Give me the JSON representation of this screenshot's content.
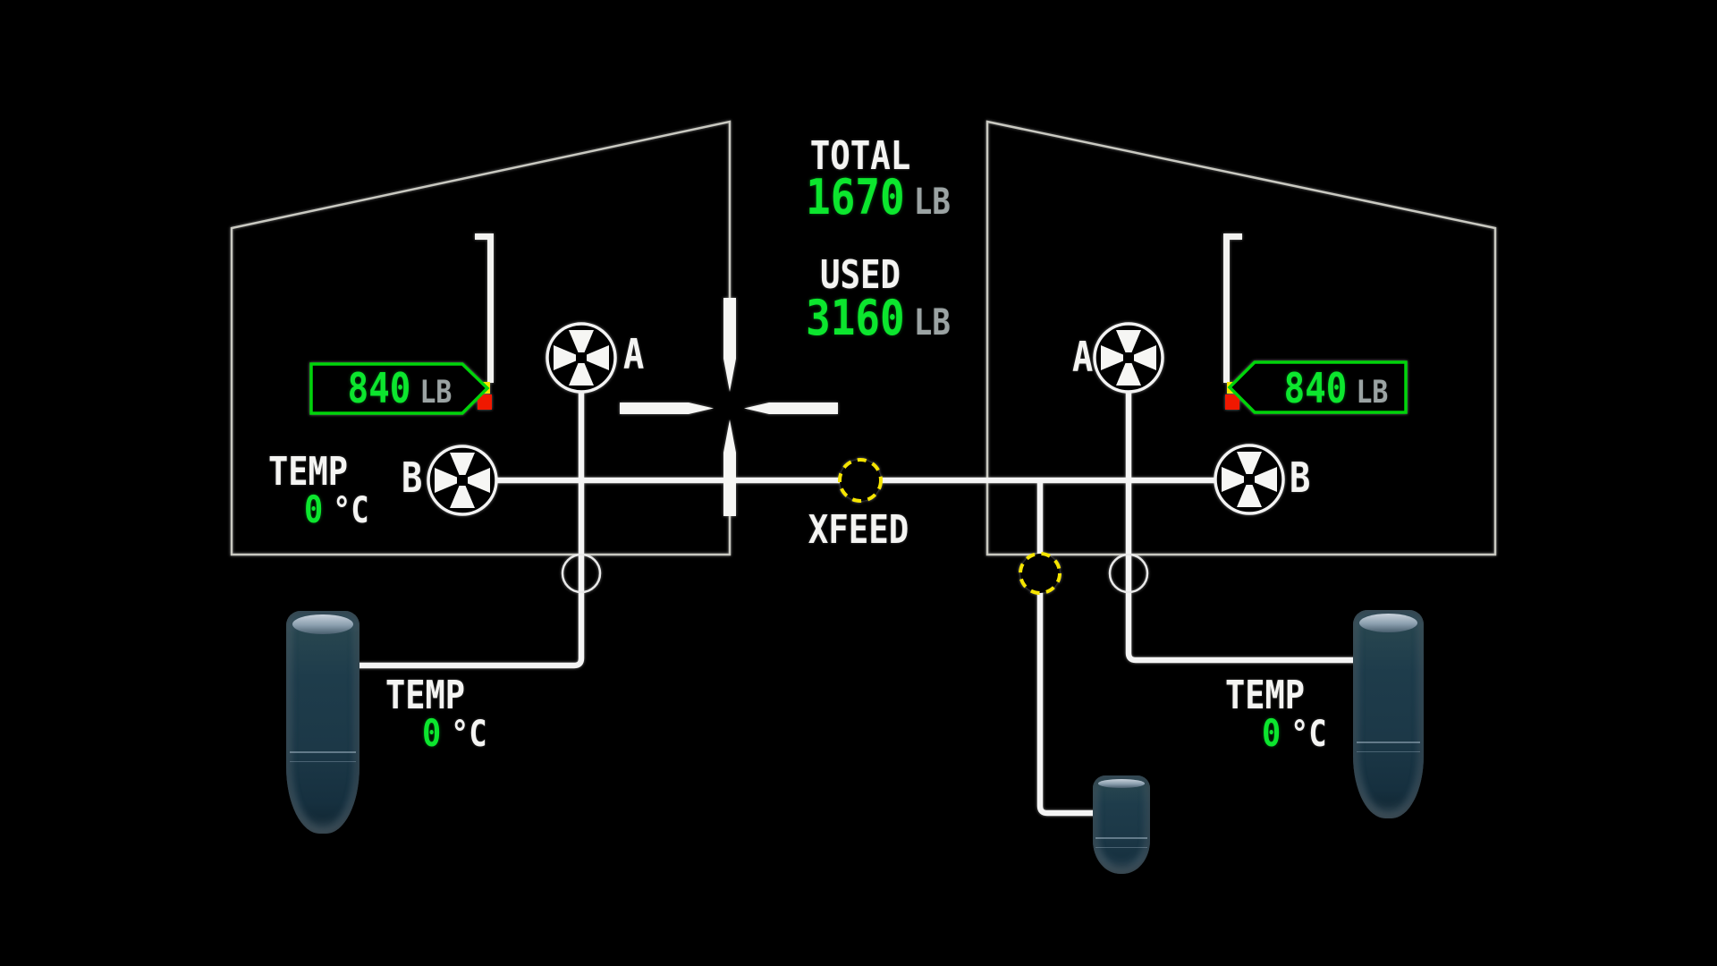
{
  "totals": {
    "total_label": "TOTAL",
    "total_value": "1670",
    "total_unit": "LB",
    "used_label": "USED",
    "used_value": "3160",
    "used_unit": "LB"
  },
  "crossfeed": {
    "label": "XFEED"
  },
  "left_tank": {
    "quantity_value": "840",
    "quantity_unit": "LB",
    "temp_label": "TEMP",
    "temp_value": "0",
    "temp_unit": "°C",
    "pump_a_label": "A",
    "pump_b_label": "B"
  },
  "right_tank": {
    "quantity_value": "840",
    "quantity_unit": "LB",
    "pump_a_label": "A",
    "pump_b_label": "B"
  },
  "left_engine_feed": {
    "temp_label": "TEMP",
    "temp_value": "0",
    "temp_unit": "°C"
  },
  "right_engine_feed": {
    "temp_label": "TEMP",
    "temp_value": "0",
    "temp_unit": "°C"
  },
  "colors": {
    "value_green": "#0ce62e",
    "unit_gray": "#9ba3a3",
    "text_white": "#f4f4f2",
    "caution_yellow": "#f5e400",
    "warning_red": "#f01800",
    "line_white": "#f4f4f4",
    "wing_outline_gray": "#c9c9c1",
    "tag_outline_green": "#00d40a",
    "nacelle_navy": "#1d3a48"
  }
}
